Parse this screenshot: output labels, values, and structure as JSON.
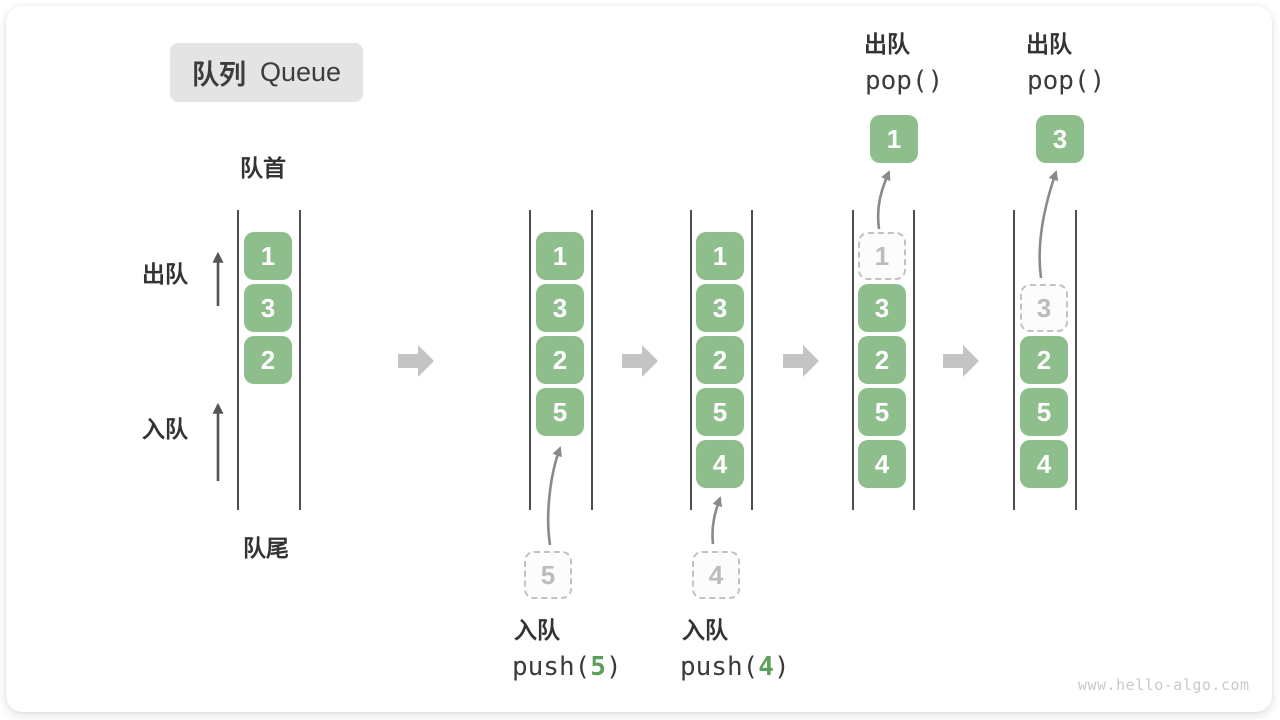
{
  "colors": {
    "accent-green": "#8dbe8c",
    "code-arg-green": "#5aa05a",
    "title-bg": "#e4e4e4",
    "block-arrow": "#c4c4c4",
    "wall-gray": "#4f4f4f",
    "curve-arrow": "#8a8a8a",
    "up-arrow": "#565656",
    "ghost-border": "#c2c2c2",
    "ghost-text": "#bcbcbc",
    "text-dark": "#333333",
    "watermark-gray": "#c9c9c9"
  },
  "title": {
    "zh": "队列",
    "en": "Queue"
  },
  "labels": {
    "front": "队首",
    "rear": "队尾",
    "dequeue": "出队",
    "enqueue": "入队"
  },
  "operations": {
    "push5": {
      "label": "入队",
      "fn": "push(",
      "arg": "5",
      "close": ")"
    },
    "push4": {
      "label": "入队",
      "fn": "push(",
      "arg": "4",
      "close": ")"
    },
    "pop1": {
      "label": "出队",
      "code": "pop()"
    },
    "pop2": {
      "label": "出队",
      "code": "pop()"
    }
  },
  "states": [
    {
      "items": [
        "1",
        "3",
        "2"
      ]
    },
    {
      "items": [
        "1",
        "3",
        "2",
        "5"
      ],
      "incoming": "5"
    },
    {
      "items": [
        "1",
        "3",
        "2",
        "5",
        "4"
      ],
      "incoming": "4"
    },
    {
      "ghost": "1",
      "items": [
        "3",
        "2",
        "5",
        "4"
      ],
      "removed": "1"
    },
    {
      "ghost": "3",
      "items": [
        "2",
        "5",
        "4"
      ],
      "removed": "3"
    }
  ],
  "watermark": "www.hello-algo.com"
}
